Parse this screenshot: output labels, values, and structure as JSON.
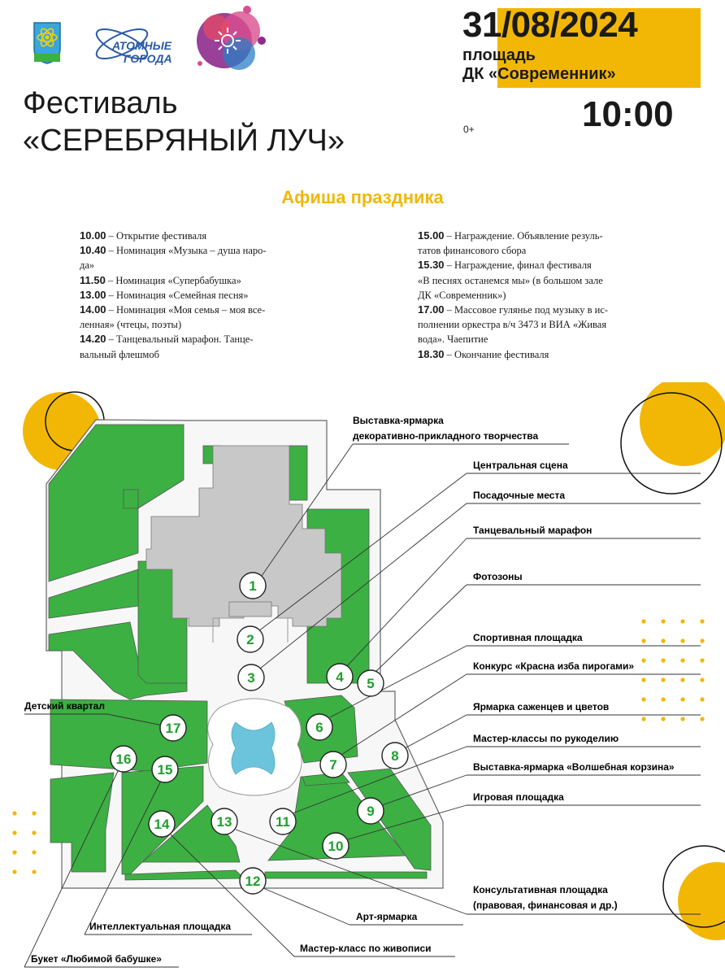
{
  "header": {
    "date": "31/08/2024",
    "place_line1": "площадь",
    "place_line2": "ДК «Современник»",
    "time": "10:00",
    "age": "0+",
    "title_line1": "Фестиваль",
    "title_line2": "«СЕРЕБРЯНЫЙ ЛУЧ»",
    "logo_text_line1": "АТОМНЫЕ",
    "logo_text_line2": "ГОРОДА"
  },
  "program": {
    "title": "Афиша праздника",
    "left": [
      {
        "time": "10.00",
        "text": " – Открытие фестиваля"
      },
      {
        "time": "10.40",
        "text": " – Номинация «Музыка – душа наро-"
      },
      {
        "time": "",
        "text": "да»"
      },
      {
        "time": "11.50",
        "text": " – Номинация «Супербабушка»"
      },
      {
        "time": "13.00",
        "text": " – Номинация «Семейная песня»"
      },
      {
        "time": "14.00",
        "text": " – Номинация «Моя семья – моя все-"
      },
      {
        "time": "",
        "text": "ленная» (чтецы, поэты)"
      },
      {
        "time": "14.20",
        "text": " – Танцевальный марафон. Танце-"
      },
      {
        "time": "",
        "text": "вальный флешмоб"
      }
    ],
    "right": [
      {
        "time": "15.00",
        "text": " – Награждение. Объявление резуль-"
      },
      {
        "time": "",
        "text": "татов финансового сбора"
      },
      {
        "time": "15.30",
        "text": " – Награждение, финал фестиваля"
      },
      {
        "time": "",
        "text": "«В песнях останемся мы» (в большом зале"
      },
      {
        "time": "",
        "text": "ДК «Современник»)"
      },
      {
        "time": "17.00",
        "text": " – Массовое гулянье под музыку в ис-"
      },
      {
        "time": "",
        "text": "полнении оркестра в/ч 3473 и ВИА «Живая"
      },
      {
        "time": "",
        "text": "вода». Чаепитие"
      },
      {
        "time": "18.30",
        "text": " – Окончание фестиваля"
      }
    ]
  },
  "map": {
    "points": [
      {
        "n": "1"
      },
      {
        "n": "2"
      },
      {
        "n": "3"
      },
      {
        "n": "4"
      },
      {
        "n": "5"
      },
      {
        "n": "6"
      },
      {
        "n": "7"
      },
      {
        "n": "8"
      },
      {
        "n": "9"
      },
      {
        "n": "10"
      },
      {
        "n": "11"
      },
      {
        "n": "12"
      },
      {
        "n": "13"
      },
      {
        "n": "14"
      },
      {
        "n": "15"
      },
      {
        "n": "16"
      },
      {
        "n": "17"
      }
    ],
    "labels": {
      "l1a": "Выставка-ярмарка",
      "l1b": "декоративно-прикладного творчества",
      "l2": "Центральная сцена",
      "l3": "Посадочные места",
      "l4": "Танцевальный марафон",
      "l5": "Фотозоны",
      "l6": "Спортивная площадка",
      "l7": "Конкурс «Красна изба пирогами»",
      "l8": "Ярмарка саженцев и цветов",
      "l9": "Мастер-классы по рукоделию",
      "l10": "Выставка-ярмарка «Волшебная корзина»",
      "l11": "Игровая площадка",
      "l12a": "Консультативная площадка",
      "l12b": "(правовая, финансовая и др.)",
      "l13": "Арт-ярмарка",
      "l14": "Мастер-класс по живописи",
      "l15": "Интеллектуальная площадка",
      "l16": "Букет «Любимой бабушке»",
      "l17": "Детский квартал"
    }
  },
  "colors": {
    "accent": "#f2b705",
    "green": "#3cb043",
    "building": "#c8c8c8",
    "water": "#6cc4dc"
  }
}
